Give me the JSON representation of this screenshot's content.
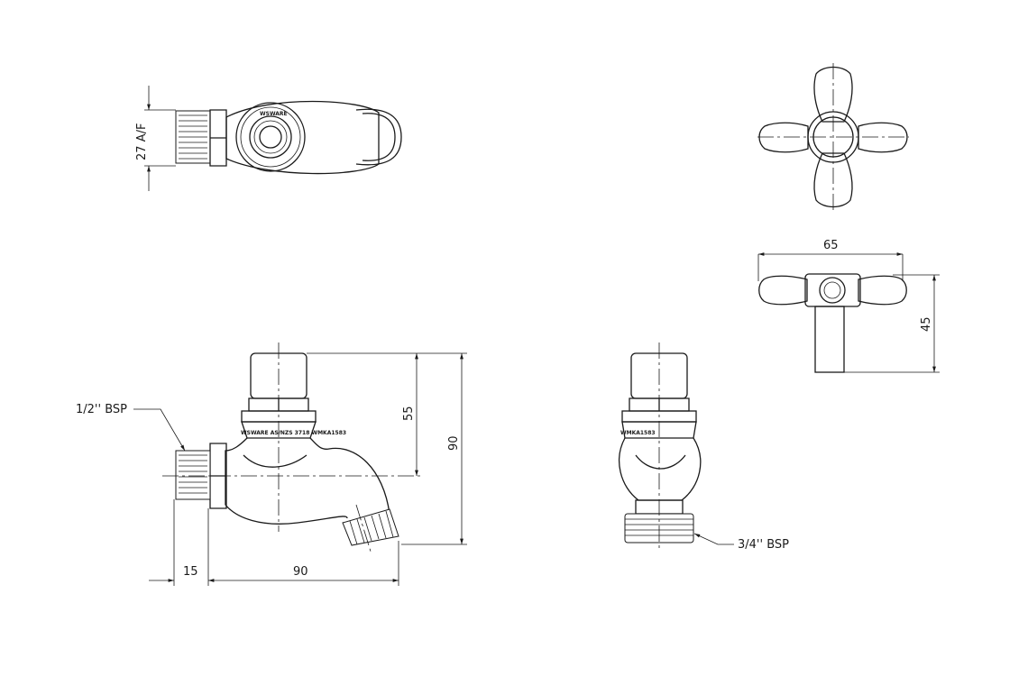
{
  "dimensions": {
    "top_view_af": "27 A/F",
    "handle_width": "65",
    "handle_height": "45",
    "spindle_height": "55",
    "overall_height": "90",
    "inlet_length": "15",
    "spout_length": "90"
  },
  "callouts": {
    "inlet_thread": "1/2'' BSP",
    "outlet_thread": "3/4'' BSP"
  },
  "markings": {
    "front_body": "WSWARE AS/NZS 3718 WMKA1583",
    "side_body": "WMKA1583"
  },
  "colors": {
    "line": "#1a1a1a",
    "background": "#ffffff"
  }
}
